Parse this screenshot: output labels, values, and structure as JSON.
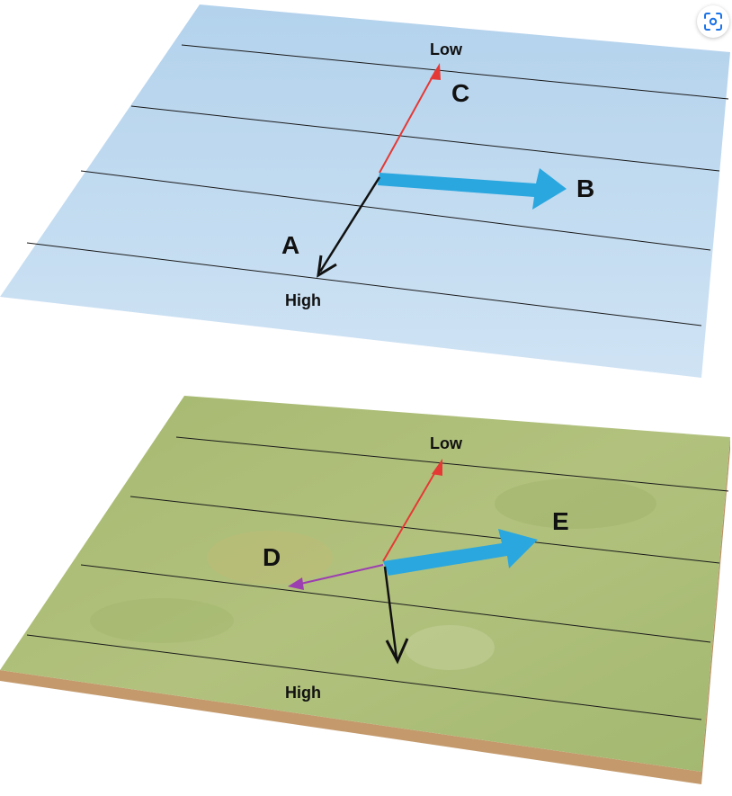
{
  "diagram": {
    "top_panel": {
      "surface": "ocean",
      "color": "#bcd8ee",
      "labels": {
        "low": "Low",
        "high": "High",
        "a": "A",
        "b": "B",
        "c": "C"
      }
    },
    "bottom_panel": {
      "surface": "land",
      "color": "#a9bd76",
      "labels": {
        "low": "Low",
        "high": "High",
        "d": "D",
        "e": "E"
      }
    },
    "arrow_colors": {
      "pressure_gradient": "#e53935",
      "coriolis": "#29a8e0",
      "resultant": "#111111",
      "friction": "#9c3fb0"
    }
  },
  "toolbar": {
    "lens_icon": "visual-search-icon"
  }
}
